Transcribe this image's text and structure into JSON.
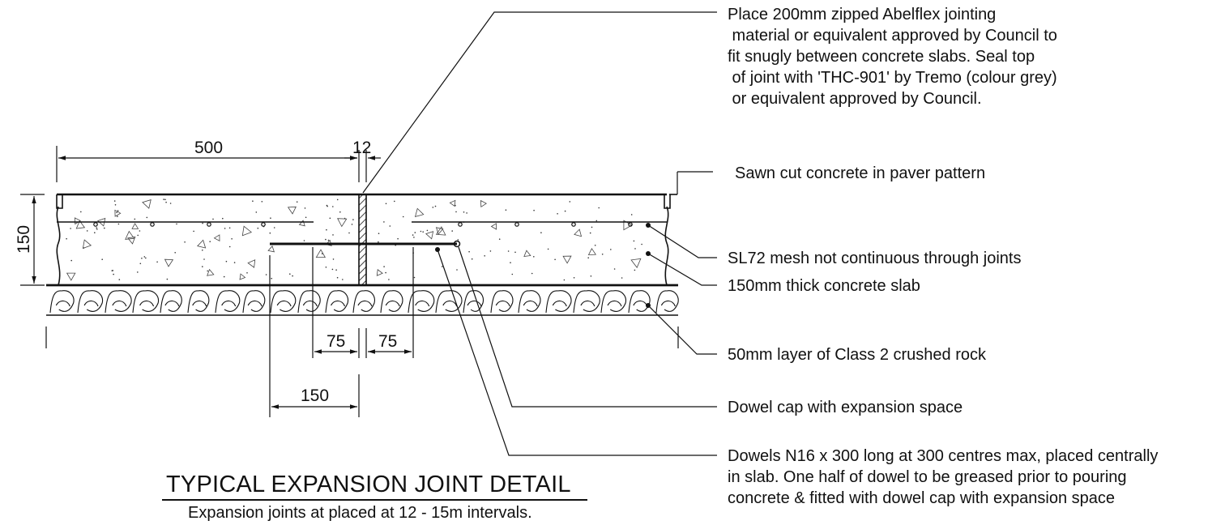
{
  "title": "TYPICAL EXPANSION JOINT DETAIL",
  "subtitle": "Expansion joints at placed at 12 - 15m intervals.",
  "dimensions": {
    "slab_width": "500",
    "joint_width": "12",
    "slab_depth": "150",
    "left_offset": "75",
    "right_offset": "75",
    "dowel_half": "150"
  },
  "notes": {
    "jointing_material": "Place 200mm zipped Abelflex jointing\n material or equivalent approved by Council to\nfit snugly between concrete slabs. Seal top\n of joint with 'THC-901' by Tremo (colour grey)\n or equivalent approved by Council.",
    "sawn_cut": "Sawn cut concrete in paver pattern",
    "mesh": "SL72 mesh not continuous through joints",
    "slab": "150mm thick concrete slab",
    "crushed_rock": "50mm layer of Class 2 crushed rock",
    "dowel_cap": "Dowel cap with expansion space",
    "dowels": "Dowels N16 x 300 long at 300 centres max, placed centrally\nin slab. One half of dowel to be greased prior to pouring\nconcrete & fitted with dowel cap with expansion space"
  }
}
